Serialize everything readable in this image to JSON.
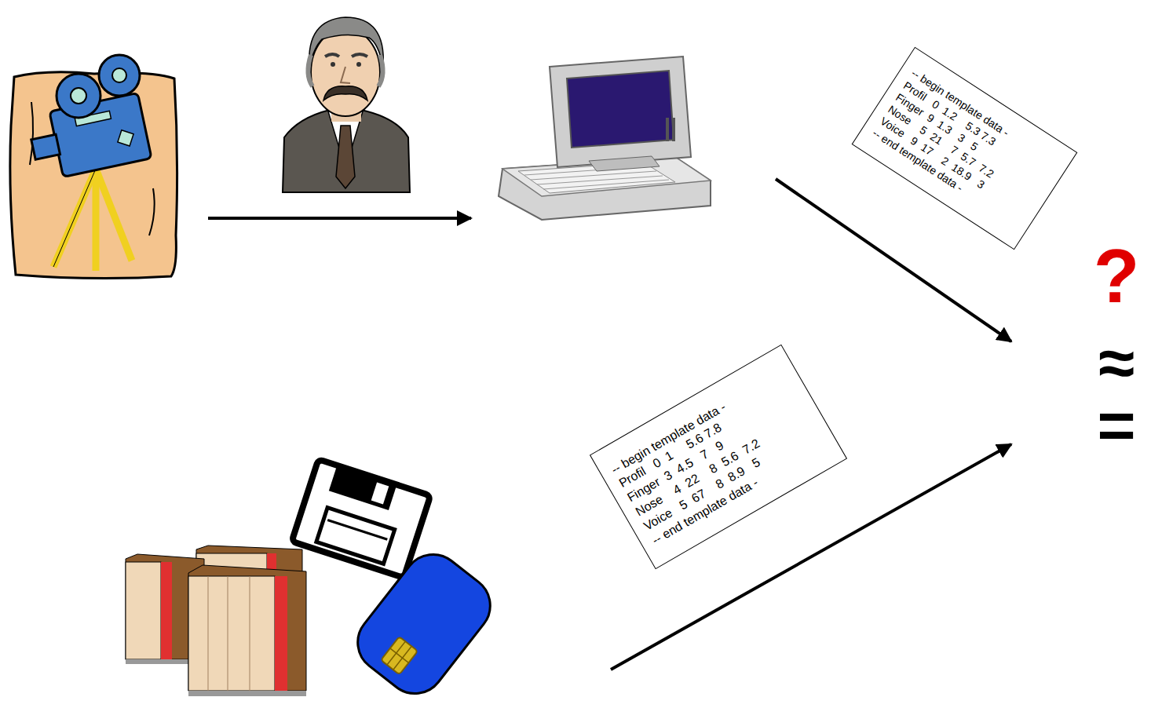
{
  "diagram": {
    "nodes": [
      {
        "text": [
          "-- begin template data -",
          "Profil   0  1.2    5.3 7.3",
          "Finger  9  1.3   3   5",
          "Nose    5  21    7  5.7  7.2",
          "Voice   9  17    2  18.9   3",
          "-- end template data -"
        ]
      },
      {
        "text": [
          "-- begin template data -",
          "Profil   0  1     5.6 7.8",
          "Finger  3  4.5   7   9",
          "Nose    4  22    8  5.6  7.2",
          "Voice   5  67    8  8.9   5",
          "-- end template data -"
        ]
      }
    ],
    "labels": [
      "?",
      "≈",
      "="
    ]
  }
}
